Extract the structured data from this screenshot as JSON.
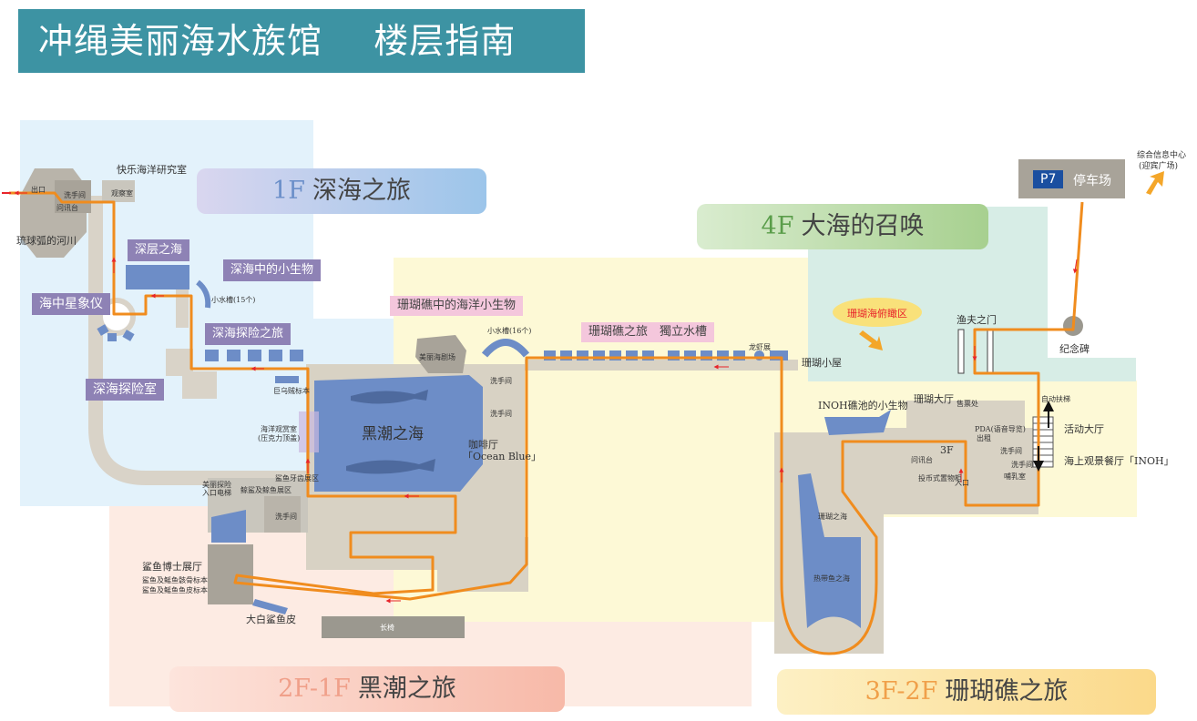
{
  "title": {
    "main": "冲绳美丽海水族馆",
    "sub": "楼层指南"
  },
  "floors": {
    "f1": {
      "code": "1F",
      "name": "深海之旅"
    },
    "f4": {
      "code": "4F",
      "name": "大海的召唤"
    },
    "f2_1": {
      "code": "2F-1F",
      "name": "黑潮之旅"
    },
    "f3_2": {
      "code": "3F-2F",
      "name": "珊瑚礁之旅"
    }
  },
  "labels": {
    "happy_lab": "快乐海洋研究室",
    "exit": "出口",
    "restroom": "洗手间",
    "inquiry": "问讯台",
    "lab_small": "观察室",
    "ryukyu_river": "琉球弧的河川",
    "deep_sea_layer": "深层之海",
    "deep_small_creatures": "深海中的小生物",
    "small_tanks_15": "小水槽(15个)",
    "sea_planetarium": "海中星象仪",
    "deep_explore_journey": "深海探险之旅",
    "deep_explore_room": "深海探险室",
    "coelacanth": "巨乌贼标本",
    "ocean_viewing_room": "海洋观赏室",
    "ocean_viewing_sub": "(压克力顶盖)",
    "kuroshio_sea": "黑潮之海",
    "coral_small_creatures": "珊瑚礁中的海洋小生物",
    "small_tanks_16": "小水槽(16个)",
    "beautiful_theater": "美丽海剧场",
    "cafe": "咖啡厅",
    "cafe_name": "「Ocean Blue」",
    "coral_journey": "珊瑚礁之旅　獨立水槽",
    "shrimp": "龙虾展",
    "coral_hut": "珊瑚小屋",
    "coral_overlook": "珊瑚海俯瞰区",
    "fisherman_gate": "渔夫之门",
    "monument": "纪念碑",
    "parking_code": "P7",
    "parking": "停车场",
    "info_center": "综合信息中心",
    "info_center_sub": "(迎宾广场)",
    "inoh_pool": "INOH礁池的小生物",
    "coral_hall": "珊瑚大厅",
    "ticket": "售票处",
    "pda": "PDA(语音导览)",
    "pda_sub": "出租",
    "escalator": "自动扶梯",
    "event_hall": "活动大厅",
    "restaurant": "海上观景餐厅「INOH」",
    "floor_3f": "3F",
    "entrance": "入口",
    "coin_locker": "投币式置物柜",
    "nursing": "哺乳室",
    "shark_lab_entry": "美丽探险",
    "shark_lab_entry2": "入口电梯",
    "shark_specimen": "鲸鲨及鲸鱼展区",
    "shark_museum": "鲨鱼博士展厅",
    "shark_bone": "鲨鱼及鳐鱼骸骨标本",
    "shark_skin": "鲨鱼及鳐鱼鱼皮标本",
    "white_shark_skin": "大白鲨鱼皮",
    "bench": "长椅",
    "coral_sea_tank": "珊瑚之海",
    "tropical_sea": "热带鱼之海",
    "shark_tooth": "鲨鱼牙齿展区",
    "restroom_small": "洗手间"
  },
  "colors": {
    "title_bg": "#3d93a3",
    "route": "#f08c1e",
    "tank": "#6d8dc7",
    "purple_label": "#8e82b5",
    "pink_label": "#f4c7dc",
    "zone_1f": "#e3f2fb",
    "zone_2f": "#fdebe3",
    "zone_3f": "#fdf9d6",
    "zone_4f": "#d7ede6"
  }
}
